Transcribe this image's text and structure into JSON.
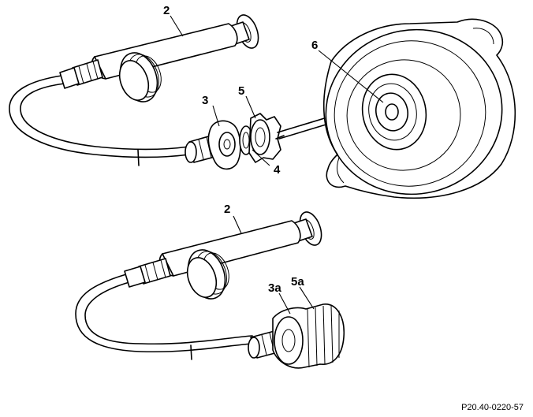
{
  "labels": {
    "top_syringe": "2",
    "adapter_ring": "3",
    "adapter_cap": "5",
    "seal": "4",
    "cap_valve": "6",
    "bottom_syringe": "2",
    "adapter_3a": "3a",
    "adapter_5a": "5a"
  },
  "reference_code": "P20.40-0220-57"
}
